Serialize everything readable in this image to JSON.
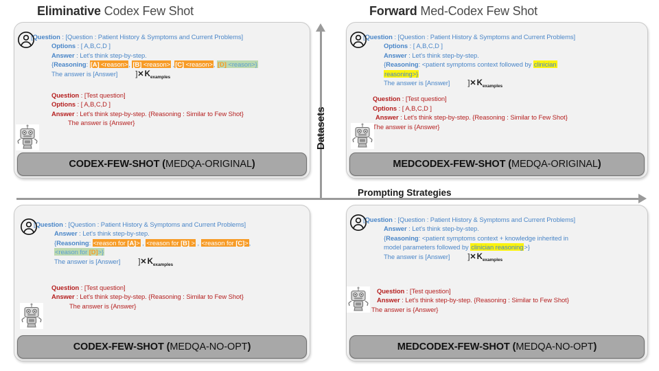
{
  "axes": {
    "vertical_label": "Datasets",
    "horizontal_label": "Prompting Strategies"
  },
  "quadrants": [
    {
      "id": "top-left",
      "title_strong": "Eliminative",
      "title_rest": " Codex Few Shot",
      "banner_bold": "CODEX-FEW-SHOT (",
      "banner_rest": "MEDQA-ORIGINAL",
      "banner_close": ")",
      "fewshot": {
        "open_bracket": "[",
        "question_label": "Question",
        "question_value": " : [Question : Patient History & Symptoms and Current Problems]",
        "options_label": "Options",
        "options_value": " : [ A,B,C,D ]",
        "answer_label": "Answer",
        "answer_value": " : Let's think step-by-step.",
        "reasoning_prefix": "{",
        "reasoning_label": "Reasoning",
        "reasoning_colon": ": ",
        "segments": [
          {
            "key": "[A]",
            "text": " <reason>",
            "style": "orange",
            "tail": ", "
          },
          {
            "key": "[B]",
            "text": " <reason>",
            "style": "orange",
            "tail": " ,"
          },
          {
            "key": "[C]",
            "text": " <reason>",
            "style": "orange",
            "tail": ", "
          },
          {
            "key": "[D]",
            "text": " <reason>",
            "style": "green",
            "tail": "}"
          }
        ],
        "final_line": "The answer is [Answer]",
        "k_bracket": "]",
        "k_times": "✕",
        "k_letter": "K",
        "k_sub": "examples"
      },
      "test": {
        "question_label": "Question",
        "question_value": " : [Test question]",
        "options_label": "Options",
        "options_value": " : [ A,B,C,D ]",
        "answer_label": "Answer",
        "answer_value": " : Let's think step-by-step. {Reasoning : Similar to Few Shot}",
        "final_line": "The answer is {Answer}"
      }
    },
    {
      "id": "top-right",
      "title_strong": "Forward",
      "title_rest": " Med-Codex Few Shot",
      "banner_bold": "MEDCODEX-FEW-SHOT (",
      "banner_rest": "MEDQA-ORIGINAL",
      "banner_close": ")",
      "fewshot": {
        "open_bracket": "[",
        "question_label": "Question",
        "question_value": " : [Question : Patient History & Symptoms and Current Problems]",
        "options_label": "Options",
        "options_value": " : [ A,B,C,D ]",
        "answer_label": "Answer",
        "answer_value": " : Let's think step-by-step.",
        "reasoning_prefix": "{",
        "reasoning_label": "Reasoning",
        "reasoning_colon": ": ",
        "reasoning_plain": "<patient symptoms context followed by ",
        "reasoning_hl_1": "clinician",
        "reasoning_hl_2": "reasoning>}",
        "final_line": "The answer is [Answer]",
        "k_bracket": "]",
        "k_times": "✕",
        "k_letter": "K",
        "k_sub": "examples"
      },
      "test": {
        "question_label": "Question",
        "question_value": " : [Test question]",
        "options_label": "Options",
        "options_value": " : [ A,B,C,D ]",
        "answer_label": "Answer",
        "answer_value": " : Let's think step-by-step. {Reasoning : Similar to Few Shot}",
        "final_line": "The answer is {Answer}"
      }
    },
    {
      "id": "bottom-left",
      "title_strong": "",
      "title_rest": "",
      "banner_bold": "CODEX-FEW-SHOT (",
      "banner_rest": "MEDQA-NO-OPT",
      "banner_close": ")",
      "fewshot": {
        "open_bracket": "[",
        "question_label": "Question",
        "question_value": " : [Question : Patient History & Symptoms and Current Problems]",
        "answer_label": "Answer",
        "answer_value": " : Let's think step-by-step.",
        "reasoning_prefix": "{",
        "reasoning_label": "Reasoning",
        "reasoning_colon": ": ",
        "segments": [
          {
            "pre": "<reason for ",
            "key": "[A]",
            "post": ">",
            "style": "orange",
            "tail": " , "
          },
          {
            "pre": "<reason for ",
            "key": "[B]",
            "post": " >",
            "style": "orange",
            "tail": " , "
          },
          {
            "pre": "<reason for ",
            "key": "[C]",
            "post": ">",
            "style": "orange",
            "tail": ","
          },
          {
            "pre": "<reason for ",
            "key": "[D]",
            "post": ">",
            "style": "green",
            "tail": "}"
          }
        ],
        "final_line": "The answer is [Answer]",
        "k_bracket": "]",
        "k_times": "✕",
        "k_letter": "K",
        "k_sub": "examples"
      },
      "test": {
        "question_label": "Question",
        "question_value": " : [Test question]",
        "answer_label": "Answer",
        "answer_value": " : Let's think step-by-step. {Reasoning : Similar to Few Shot}",
        "final_line": "The answer is {Answer}"
      }
    },
    {
      "id": "bottom-right",
      "title_strong": "",
      "title_rest": "",
      "banner_bold": "MEDCODEX-FEW-SHOT (",
      "banner_rest": "MEDQA-NO-OPT",
      "banner_close": ")",
      "fewshot": {
        "open_bracket": "[",
        "question_label": "Question",
        "question_value": " : [Question : Patient History & Symptoms and Current Problems]",
        "answer_label": "Answer",
        "answer_value": " : Let's think step-by-step.",
        "reasoning_prefix": "{",
        "reasoning_label": "Reasoning",
        "reasoning_colon": ": ",
        "reasoning_plain_1": "<patient symptoms context + knowledge inherited in",
        "reasoning_plain_2": "model parameters followed by ",
        "reasoning_hl_1": "clinician reasoning",
        "reasoning_tail": ">}",
        "final_line": "The answer is [Answer]",
        "k_bracket": "]",
        "k_times": "✕",
        "k_letter": "K",
        "k_sub": "examples"
      },
      "test": {
        "question_label": "Question",
        "question_value": " : [Test question]",
        "answer_label": "Answer",
        "answer_value": " : Let's think step-by-step. {Reasoning : Similar to Few Shot}",
        "final_line": "The answer is {Answer}"
      }
    }
  ],
  "colors": {
    "fewshot_text": "#4a86c8",
    "test_text": "#b52020",
    "highlight_orange": "#f79b26",
    "highlight_green": "#bcd9b0",
    "highlight_yellow": "#fbf30d",
    "banner_fill": "#a8a8a8",
    "panel_fill": "#f2f2f2",
    "axis": "#9a9a9a"
  }
}
